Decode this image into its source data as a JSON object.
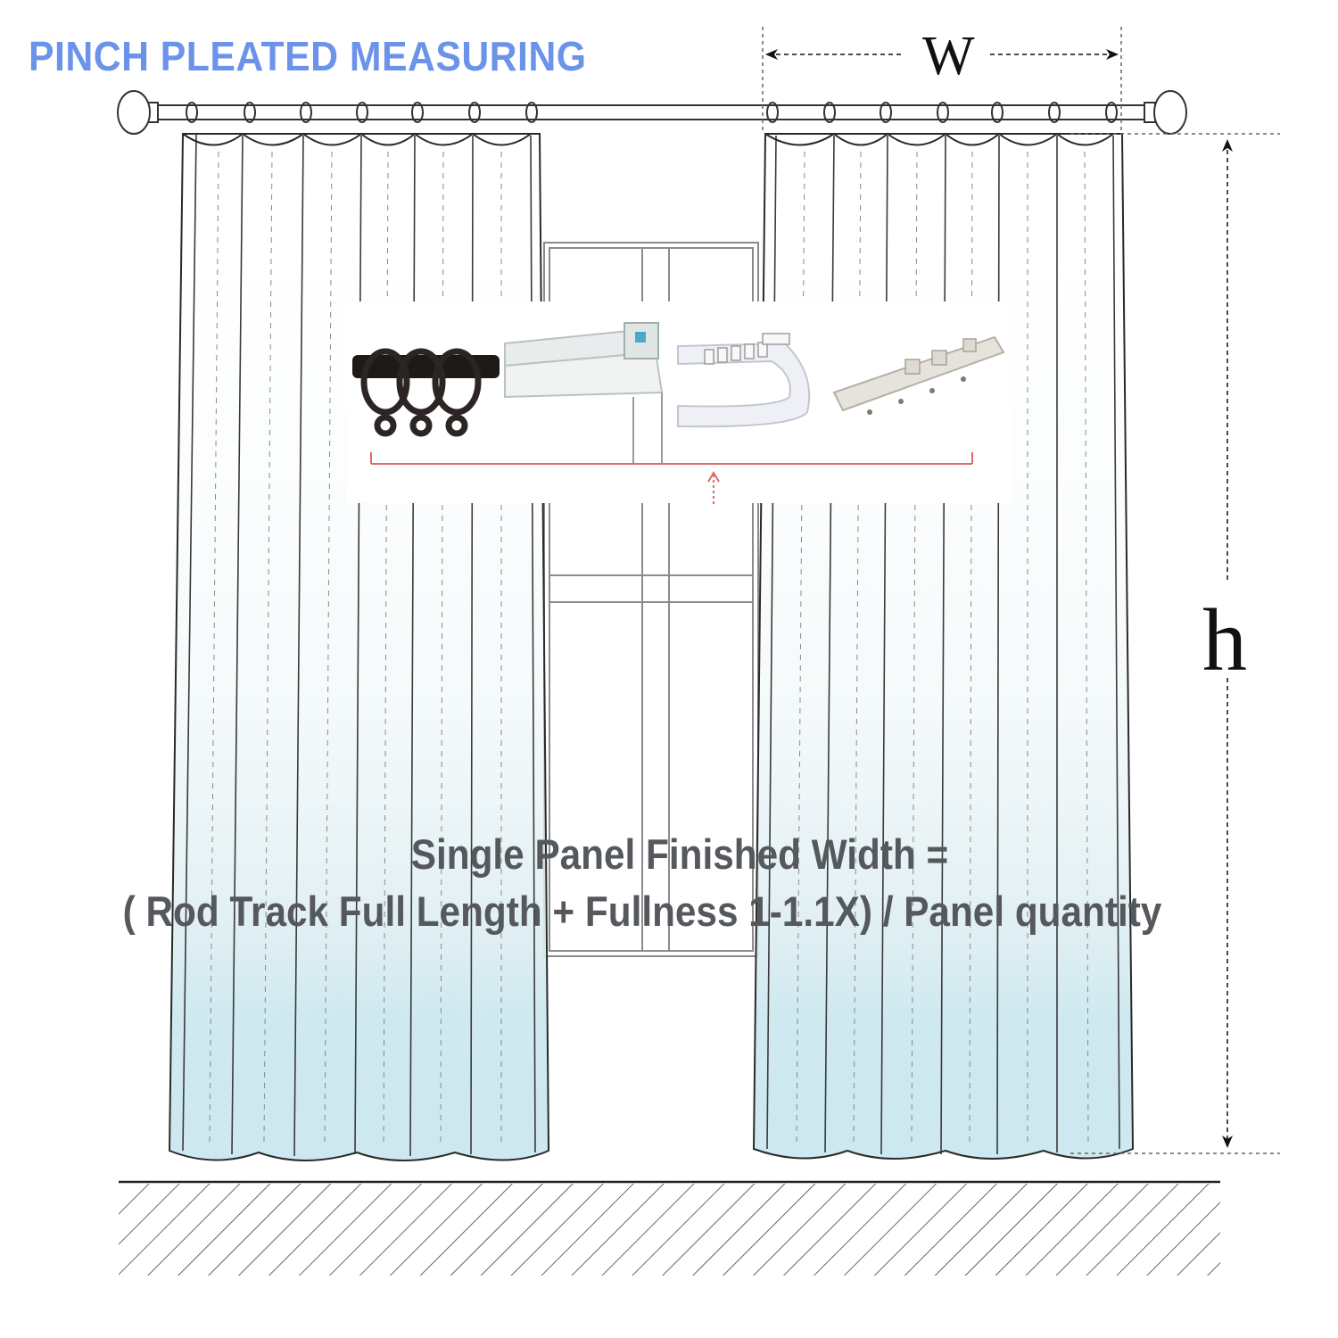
{
  "diagram": {
    "title": "PINCH PLEATED MEASURING",
    "width_label": "W",
    "height_label": "h",
    "formula_line1": "Single Panel Finished Width =",
    "formula_line2": "( Rod Track Full Length + Fullness 1-1.1X) / Panel quantity",
    "hardware_inset": {
      "items": [
        "rod-with-rings",
        "ceiling-track",
        "curved-track",
        "straight-track-with-hooks"
      ]
    },
    "colors": {
      "title": "#6c93ea",
      "formula_text": "#55585c",
      "curtain_tint": "#cfe9f0",
      "measure_bracket": "#e06a6a"
    }
  }
}
